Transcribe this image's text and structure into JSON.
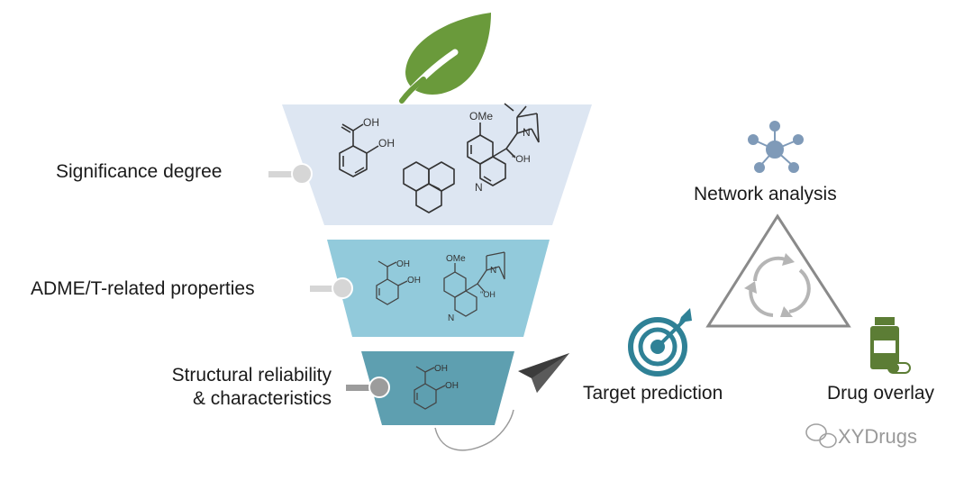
{
  "funnel": {
    "levels": [
      {
        "label": "Significance degree",
        "color": "#dde6f2"
      },
      {
        "label": "ADME/T-related properties",
        "color": "#92cadb"
      },
      {
        "label": "Structural reliability\n& characteristics",
        "color": "#5e9fb0"
      }
    ]
  },
  "molecule_text": {
    "oh": "OH",
    "ome": "OMe",
    "n": "N",
    "ho_prefix": "''OH"
  },
  "cycle": {
    "network_label": "Network analysis",
    "target_label": "Target prediction",
    "drug_label": "Drug overlay"
  },
  "watermark": "XYDrugs",
  "colors": {
    "leaf": "#6a9a3b",
    "network_icon": "#7f9ab8",
    "target_icon": "#2f8196",
    "drug_icon": "#5c7d35",
    "triangle": "#8a8a8a"
  }
}
